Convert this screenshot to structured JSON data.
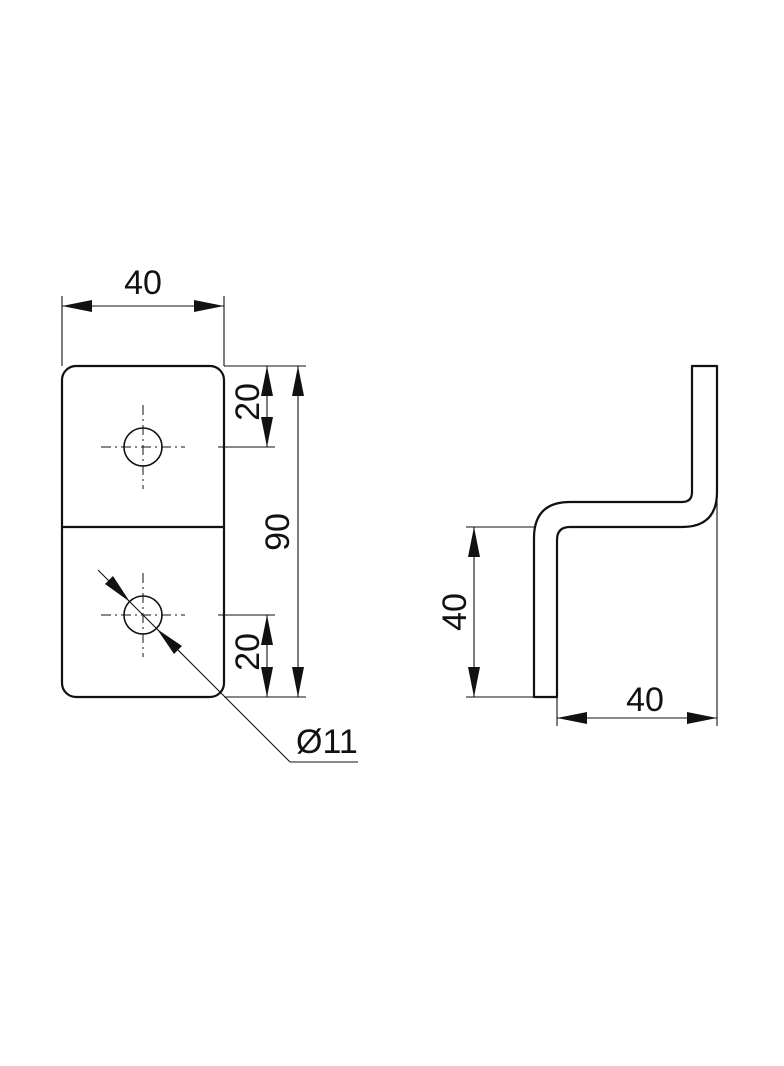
{
  "drawing": {
    "front_view": {
      "width_label": "40",
      "top_offset_label": "20",
      "height_label": "90",
      "bottom_offset_label": "20",
      "hole_label": "Ø11"
    },
    "side_view": {
      "height_label": "40",
      "depth_label": "40"
    }
  }
}
